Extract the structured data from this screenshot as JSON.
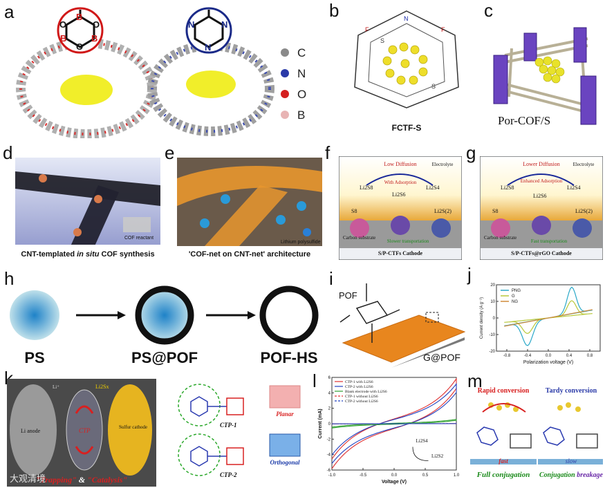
{
  "panel_labels": [
    "a",
    "b",
    "c",
    "d",
    "e",
    "f",
    "g",
    "h",
    "i",
    "j",
    "k",
    "l",
    "m"
  ],
  "a": {
    "atoms_left": [
      "B",
      "O",
      "B",
      "O",
      "B",
      "O"
    ],
    "atoms_right": [
      "N",
      "N",
      "N"
    ],
    "legend": [
      {
        "sym": "C",
        "color": "#8a8a8a"
      },
      {
        "sym": "N",
        "color": "#2a3aa8"
      },
      {
        "sym": "O",
        "color": "#d42020"
      },
      {
        "sym": "B",
        "color": "#e8b4b4"
      }
    ]
  },
  "b": {
    "caption": "FCTF-S",
    "atom_labels": [
      "F",
      "N",
      "S"
    ]
  },
  "c": {
    "caption": "Por-COF/S"
  },
  "d": {
    "caption_pre": "CNT-templated ",
    "caption_em": "in situ",
    "caption_post": " COF synthesis",
    "note": "COF reactant"
  },
  "e": {
    "caption": "'COF-net on CNT-net' architecture",
    "note": "Lithium polysulfide"
  },
  "f": {
    "top": "Low Diffusion",
    "mid": "With\nAdsorption",
    "electrolyte": "Electrolyte",
    "species": [
      "Li2S8",
      "Li2S6",
      "Li2S4",
      "S8",
      "Li2S(2)"
    ],
    "substrate": "Carbon\nsubstrate",
    "transport": "Slower transportation",
    "caption": "S/P-CTFs Cathode"
  },
  "g": {
    "top": "Lower Diffusion",
    "mid": "Enhanced\nAdsorption",
    "electrolyte": "Electrolyte",
    "species": [
      "Li2S8",
      "Li2S6",
      "Li2S4",
      "S8",
      "Li2S(2)"
    ],
    "substrate": "Carbon\nsubstrate",
    "transport": "Fast transportation",
    "caption": "S/P-CTFs@rGO Cathode"
  },
  "h": {
    "labels": [
      "PS",
      "PS@POF",
      "POF-HS"
    ]
  },
  "i": {
    "top_label": "POF",
    "bottom_label": "G@POF"
  },
  "j": {
    "chart_data": {
      "type": "line",
      "xlabel": "Polarization voltage (V)",
      "ylabel": "Current density (A g⁻¹)",
      "xlim": [
        -1.0,
        1.0
      ],
      "ylim": [
        -20,
        20
      ],
      "xticks": [
        "-0.8",
        "-0.4",
        "0.0",
        "0.4",
        "0.8"
      ],
      "yticks": [
        "-20",
        "-10",
        "0",
        "10",
        "20"
      ],
      "series": [
        {
          "name": "PNG",
          "color": "#2aa8c8",
          "shape": "cv",
          "amp": 16
        },
        {
          "name": "G",
          "color": "#b8c83a",
          "shape": "cv",
          "amp": 9
        },
        {
          "name": "NG",
          "color": "#d08a3a",
          "shape": "line",
          "amp": 0
        }
      ],
      "legend": "top-left"
    }
  },
  "k": {
    "left_labels": [
      "Li anode",
      "Sulfur cathode",
      "CTP"
    ],
    "ions": [
      "Li⁺",
      "Li2Sx"
    ],
    "slogan_a": "\"Trapping\"",
    "slogan_amp": " & ",
    "slogan_b": "\"Catalysis\"",
    "mol1": "CTP-1",
    "mol2": "CTP-2",
    "planar": "Planar",
    "orthogonal": "Orthogonal"
  },
  "l": {
    "chart_data": {
      "type": "line",
      "xlabel": "Voltage (V)",
      "ylabel": "Current (mA)",
      "xlim": [
        -1.0,
        1.0
      ],
      "ylim": [
        -6,
        6
      ],
      "xticks": [
        "-1.0",
        "-0.5",
        "0.0",
        "0.5",
        "1.0"
      ],
      "yticks": [
        "-6",
        "-4",
        "-2",
        "0",
        "2",
        "4",
        "6"
      ],
      "series": [
        {
          "name": "CTP-1 with Li2S6",
          "color": "#e03030",
          "style": "solid",
          "amp": 5.2
        },
        {
          "name": "CTP-2 with Li2S6",
          "color": "#2040c0",
          "style": "solid",
          "amp": 4.6
        },
        {
          "name": "Blank electrode with Li2S6",
          "color": "#30a030",
          "style": "solid",
          "amp": 0.5
        },
        {
          "name": "CTP-1 without Li2S6",
          "color": "#e03030",
          "style": "dashed",
          "amp": 0.02
        },
        {
          "name": "CTP-2 without Li2S6",
          "color": "#2040c0",
          "style": "dashed",
          "amp": 0.02
        }
      ],
      "annotation": [
        "Li2S4",
        "Li2S2"
      ],
      "legend": "top-left"
    }
  },
  "m": {
    "left_title": "Rapid conversion",
    "right_title": "Tardy conversion",
    "left_speed": "fast",
    "right_speed": "slow",
    "left_caption": "Full conjugation",
    "right_caption_a": "Conjugation ",
    "right_caption_b": "breakage"
  },
  "watermark": "大观清境"
}
